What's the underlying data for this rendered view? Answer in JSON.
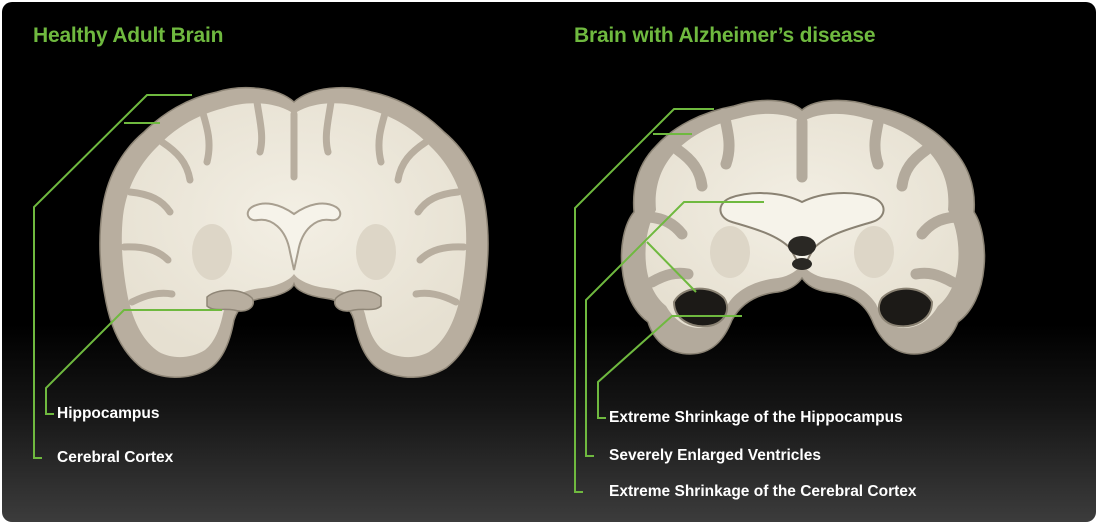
{
  "healthy": {
    "title": "Healthy Adult Brain",
    "labels": {
      "hippocampus": "Hippocampus",
      "cortex": "Cerebral Cortex"
    }
  },
  "alzheimers": {
    "title": "Brain with Alzheimer’s disease",
    "labels": {
      "hippocampus": "Extreme Shrinkage of the Hippocampus",
      "ventricles": "Severely Enlarged Ventricles",
      "cortex": "Extreme Shrinkage of the Cerebral Cortex"
    }
  },
  "colors": {
    "accent_green": "#6fb93f",
    "label_text": "#ffffff",
    "background": "#000000",
    "cortex_gray": "#b3aa9c",
    "white_matter": "#efeadd"
  }
}
